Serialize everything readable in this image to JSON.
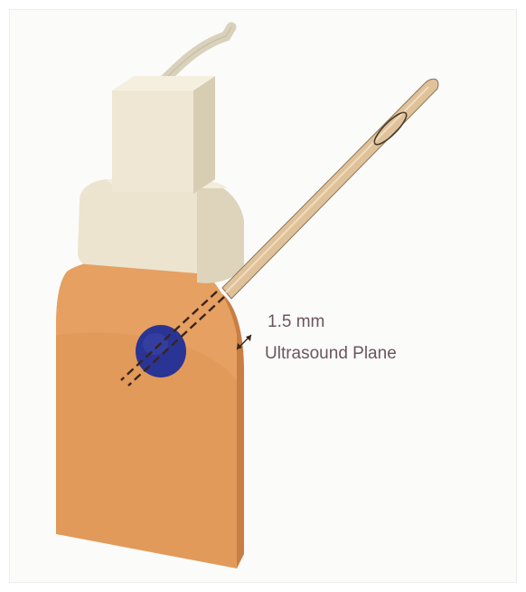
{
  "annotation": {
    "thickness_text": "1.5 mm",
    "plane_text": "Ultrasound Plane"
  },
  "colors": {
    "tissue_front": "#e29a59",
    "tissue_side": "#d4874a",
    "tissue_top": "#eeb07a",
    "probe_light": "#efe8d4",
    "probe_mid": "#e3dbc4",
    "probe_dark": "#d3c9af",
    "needle": "#e1c39b",
    "needle_outline": "#8c7355",
    "target": "#26308f",
    "label_text": "#6b5560"
  },
  "icons": [
    "thickness-double-arrow-icon",
    "needle-path-dashed-lines"
  ]
}
